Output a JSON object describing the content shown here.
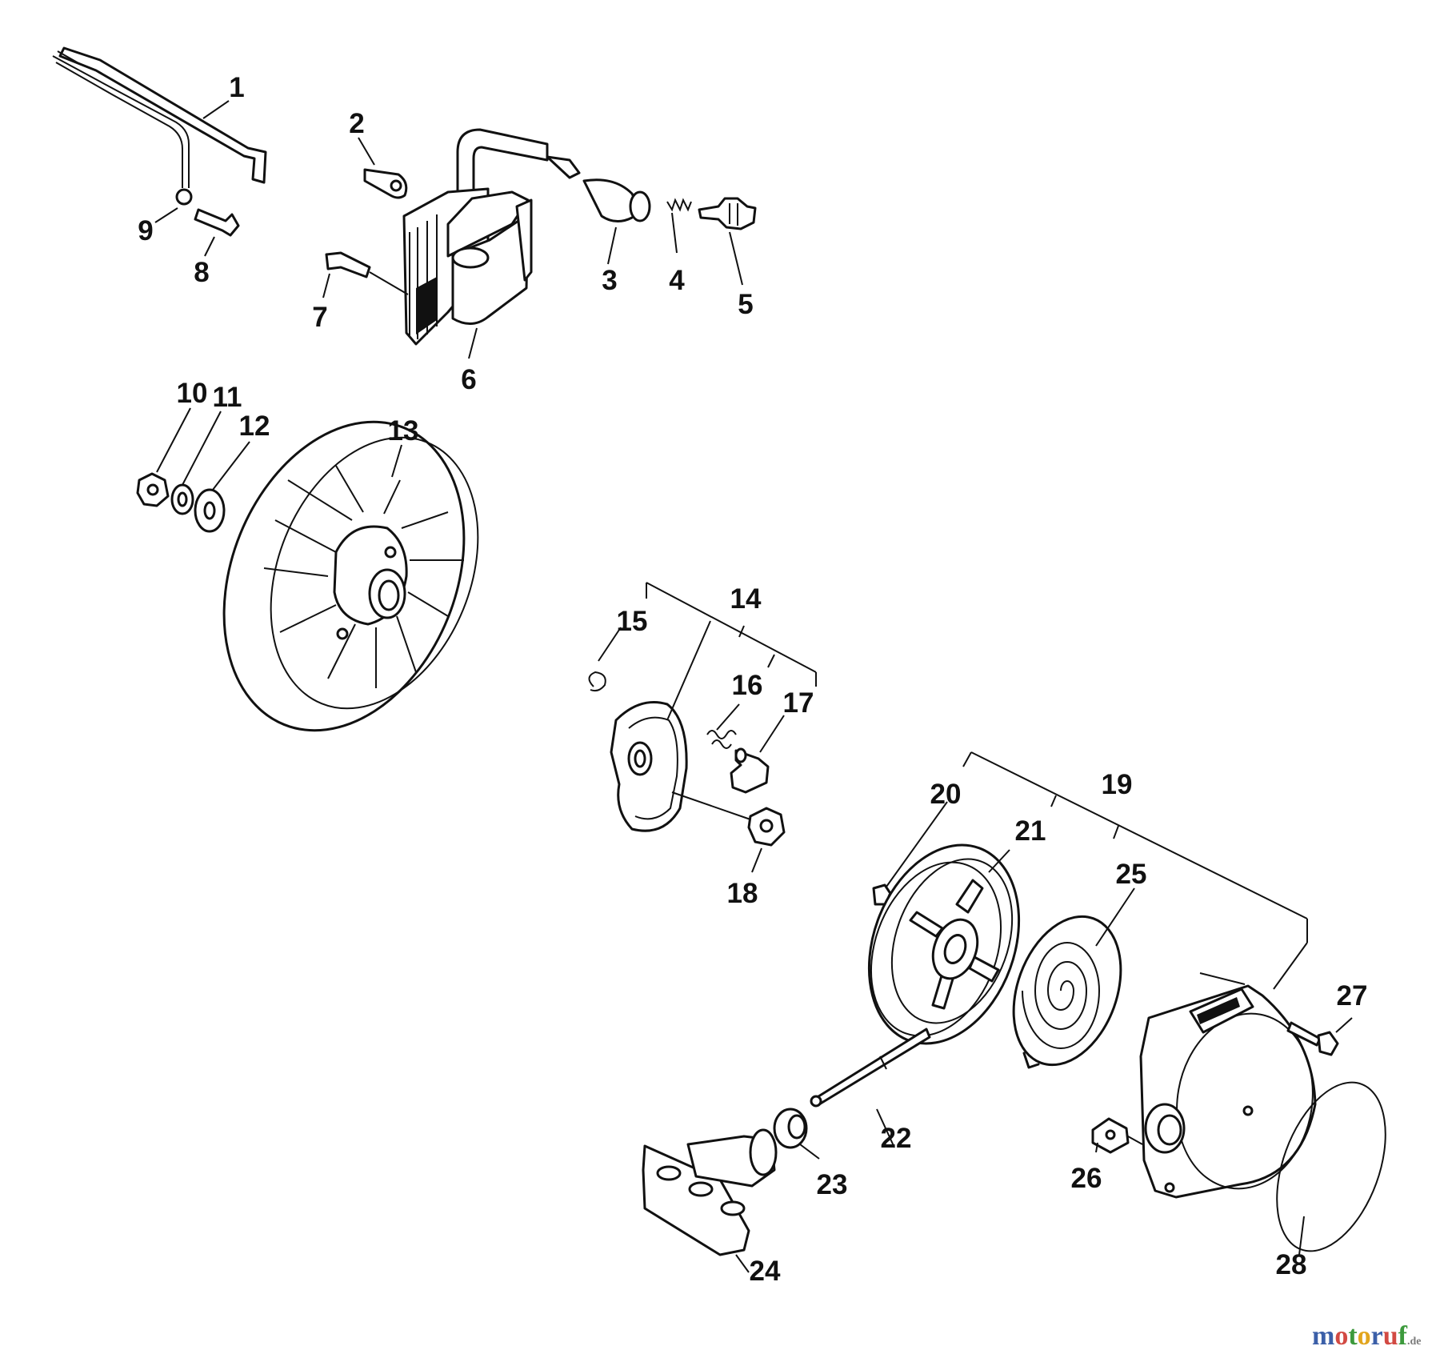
{
  "callouts": [
    {
      "id": "1",
      "label": "1"
    },
    {
      "id": "2",
      "label": "2"
    },
    {
      "id": "3",
      "label": "3"
    },
    {
      "id": "4",
      "label": "4"
    },
    {
      "id": "5",
      "label": "5"
    },
    {
      "id": "6",
      "label": "6"
    },
    {
      "id": "7",
      "label": "7"
    },
    {
      "id": "8",
      "label": "8"
    },
    {
      "id": "9",
      "label": "9"
    },
    {
      "id": "10",
      "label": "10"
    },
    {
      "id": "11",
      "label": "11"
    },
    {
      "id": "12",
      "label": "12"
    },
    {
      "id": "13",
      "label": "13"
    },
    {
      "id": "14",
      "label": "14"
    },
    {
      "id": "15",
      "label": "15"
    },
    {
      "id": "16",
      "label": "16"
    },
    {
      "id": "17",
      "label": "17"
    },
    {
      "id": "18",
      "label": "18"
    },
    {
      "id": "19",
      "label": "19"
    },
    {
      "id": "20",
      "label": "20"
    },
    {
      "id": "21",
      "label": "21"
    },
    {
      "id": "22",
      "label": "22"
    },
    {
      "id": "23",
      "label": "23"
    },
    {
      "id": "24",
      "label": "24"
    },
    {
      "id": "25",
      "label": "25"
    },
    {
      "id": "26",
      "label": "26"
    },
    {
      "id": "27",
      "label": "27"
    },
    {
      "id": "28",
      "label": "28"
    }
  ],
  "watermark": {
    "letters": [
      "m",
      "o",
      "t",
      "o",
      "r",
      "u",
      "f"
    ],
    "suffix": ".de",
    "colors": [
      "#3b5fa8",
      "#d24a43",
      "#3c9a3c",
      "#e2a51d",
      "#7b7b7b"
    ]
  }
}
